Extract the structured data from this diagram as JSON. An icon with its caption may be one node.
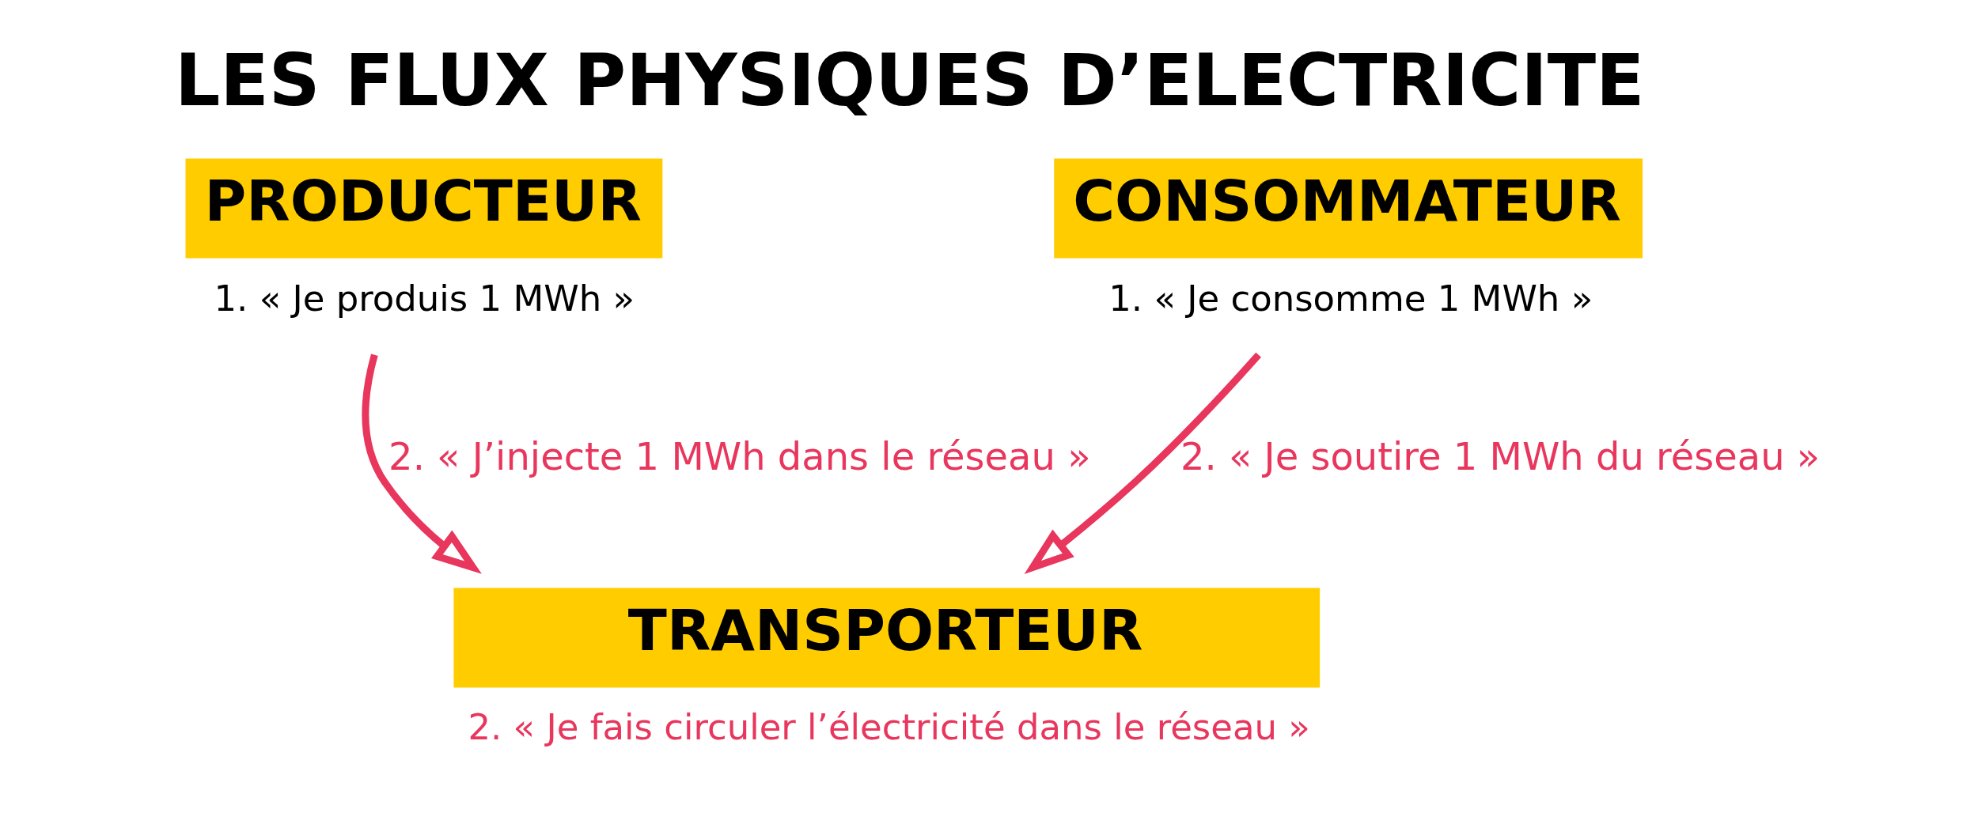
{
  "diagram": {
    "title": "LES FLUX PHYSIQUES D’ELECTRICITE",
    "nodes": [
      {
        "text": [
          "PRODUCTEUR"
        ],
        "beside": [
          "1. « Je produis 1 MWh »"
        ]
      },
      {
        "text": [
          "CONSOMMATEUR"
        ],
        "beside": [
          "1. « Je consomme 1 MWh »"
        ]
      },
      {
        "text": [
          "TRANSPORTEUR"
        ],
        "beside": [
          "2. « Je fais circuler l’électricité dans le réseau »"
        ]
      }
    ],
    "edges": [
      {
        "from": 0,
        "to": 2,
        "arrow": "to",
        "label": "2. « J’injecte 1 MWh dans le réseau »"
      },
      {
        "from": 1,
        "to": 2,
        "arrow": "to",
        "label": "2. « Je soutire 1 MWh du réseau »"
      }
    ]
  }
}
